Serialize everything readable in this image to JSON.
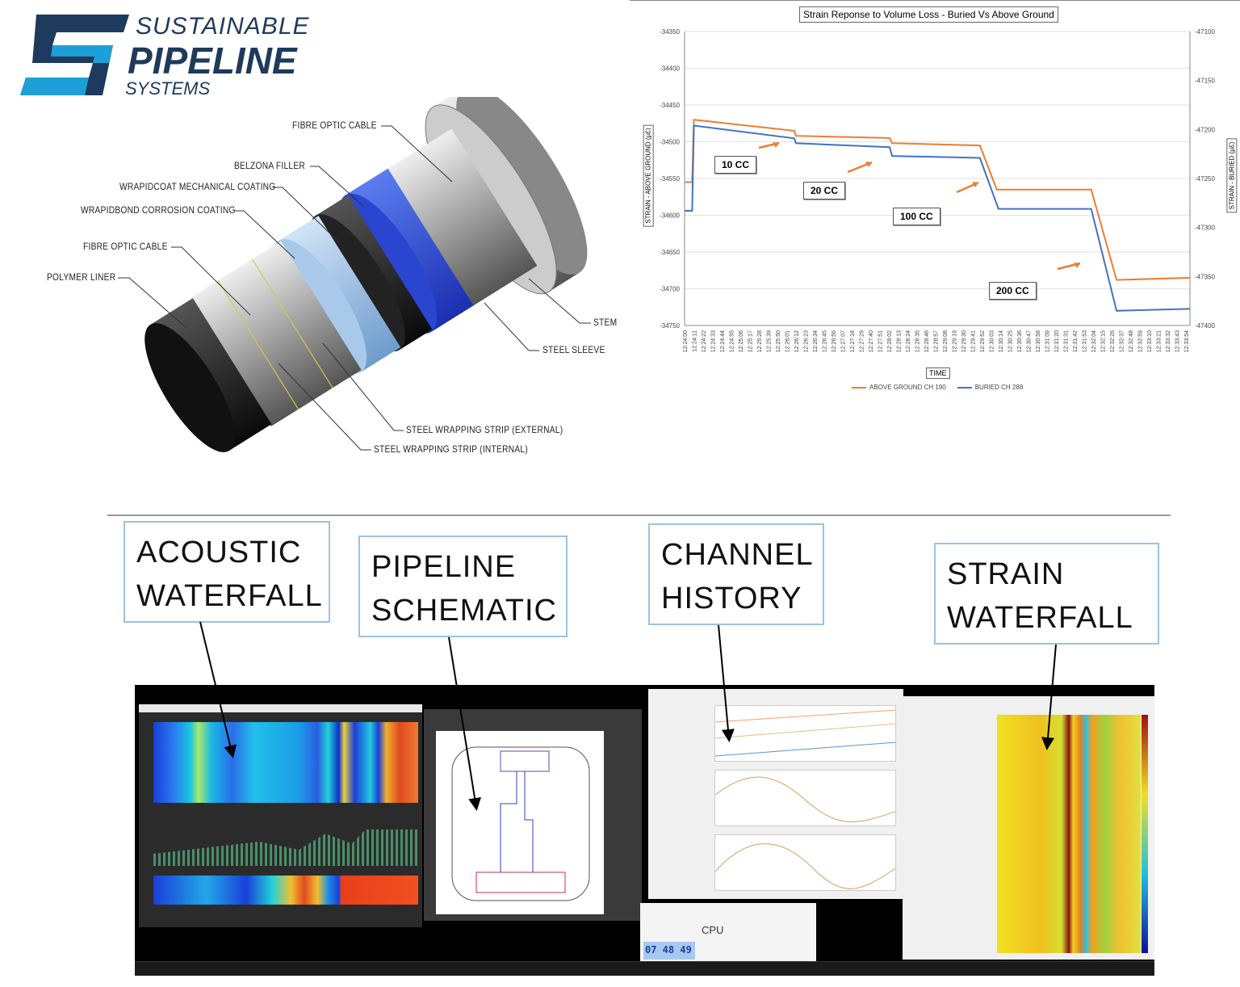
{
  "logo": {
    "line1": "SUSTAINABLE",
    "line2": "PIPELINE",
    "line3": "SYSTEMS",
    "mark": "S",
    "colors": {
      "navy": "#1e3a5c",
      "blue": "#1e9fd8"
    }
  },
  "diagram": {
    "labels": [
      "FIBRE OPTIC CABLE",
      "BELZONA FILLER",
      "WRAPIDCOAT MECHANICAL COATING",
      "WRAPIDBOND CORROSION COATING",
      "FIBRE OPTIC CABLE",
      "POLYMER LINER",
      "STEM",
      "STEEL SLEEVE",
      "STEEL WRAPPING STRIP (EXTERNAL)",
      "STEEL WRAPPING STRIP (INTERNAL)"
    ]
  },
  "chart_data": {
    "type": "line",
    "title": "Strain Reponse to Volume Loss - Buried Vs Above Ground",
    "xlabel": "TIME",
    "ylabel": "STRAIN - ABOVE GROUND (µƐ)",
    "y2label": "STRAIN - BURIED (µƐ)",
    "ylim": [
      -34750,
      -34350
    ],
    "y2lim": [
      -47400,
      -47100
    ],
    "yticks": [
      -34350,
      -34400,
      -34450,
      -34500,
      -34550,
      -34600,
      -34650,
      -34700,
      -34750
    ],
    "y2ticks": [
      -47100,
      -47150,
      -47200,
      -47250,
      -47300,
      -47350,
      -47400
    ],
    "grid": true,
    "legend": "bottom",
    "xticks": [
      "12:24:00",
      "12:24:11",
      "12:24:22",
      "12:24:33",
      "12:24:44",
      "12:24:55",
      "12:25:06",
      "12:25:17",
      "12:25:28",
      "12:25:39",
      "12:25:50",
      "12:26:01",
      "12:26:12",
      "12:26:23",
      "12:26:34",
      "12:26:45",
      "12:26:56",
      "12:27:07",
      "12:27:18",
      "12:27:29",
      "12:27:40",
      "12:27:51",
      "12:28:02",
      "12:28:13",
      "12:28:24",
      "12:28:35",
      "12:28:46",
      "12:28:57",
      "12:29:08",
      "12:29:19",
      "12:29:30",
      "12:29:41",
      "12:29:52",
      "12:30:03",
      "12:30:14",
      "12:30:25",
      "12:30:36",
      "12:30:47",
      "12:30:58",
      "12:31:09",
      "12:31:20",
      "12:31:31",
      "12:31:42",
      "12:31:53",
      "12:32:04",
      "12:32:15",
      "12:32:26",
      "12:32:37",
      "12:32:48",
      "12:32:59",
      "12:33:10",
      "12:33:21",
      "12:33:32",
      "12:33:43",
      "12:33:54"
    ],
    "series": [
      {
        "name": "ABOVE GROUND CH 190",
        "axis": "left",
        "color": "#ed7d31",
        "points": [
          [
            "12:24:00",
            -34555
          ],
          [
            "12:24:09",
            -34555
          ],
          [
            "12:24:11",
            -34470
          ],
          [
            "12:26:10",
            -34485
          ],
          [
            "12:26:12",
            -34492
          ],
          [
            "12:28:03",
            -34495
          ],
          [
            "12:28:06",
            -34502
          ],
          [
            "12:29:50",
            -34505
          ],
          [
            "12:30:10",
            -34565
          ],
          [
            "12:32:02",
            -34565
          ],
          [
            "12:32:32",
            -34688
          ],
          [
            "12:33:59",
            -34685
          ]
        ]
      },
      {
        "name": "BURIED CH 288",
        "axis": "right",
        "color": "#4472c4",
        "points": [
          [
            "12:24:00",
            -47283
          ],
          [
            "12:24:09",
            -47283
          ],
          [
            "12:24:11",
            -47196
          ],
          [
            "12:26:10",
            -47209
          ],
          [
            "12:26:12",
            -47214
          ],
          [
            "12:28:03",
            -47218
          ],
          [
            "12:28:06",
            -47227
          ],
          [
            "12:29:50",
            -47229
          ],
          [
            "12:30:12",
            -47281
          ],
          [
            "12:32:02",
            -47281
          ],
          [
            "12:32:32",
            -47385
          ],
          [
            "12:33:59",
            -47383
          ]
        ]
      }
    ],
    "annotations": [
      "10 CC",
      "20 CC",
      "100 CC",
      "200 CC"
    ]
  },
  "panels": {
    "labels": [
      {
        "line1": "ACOUSTIC",
        "line2": "WATERFALL"
      },
      {
        "line1": "PIPELINE",
        "line2": "SCHEMATIC"
      },
      {
        "line1": "CHANNEL",
        "line2": "HISTORY"
      },
      {
        "line1": "STRAIN",
        "line2": "WATERFALL"
      }
    ],
    "task_manager": {
      "cpu_label": "CPU",
      "clock": "07 48 49"
    }
  }
}
